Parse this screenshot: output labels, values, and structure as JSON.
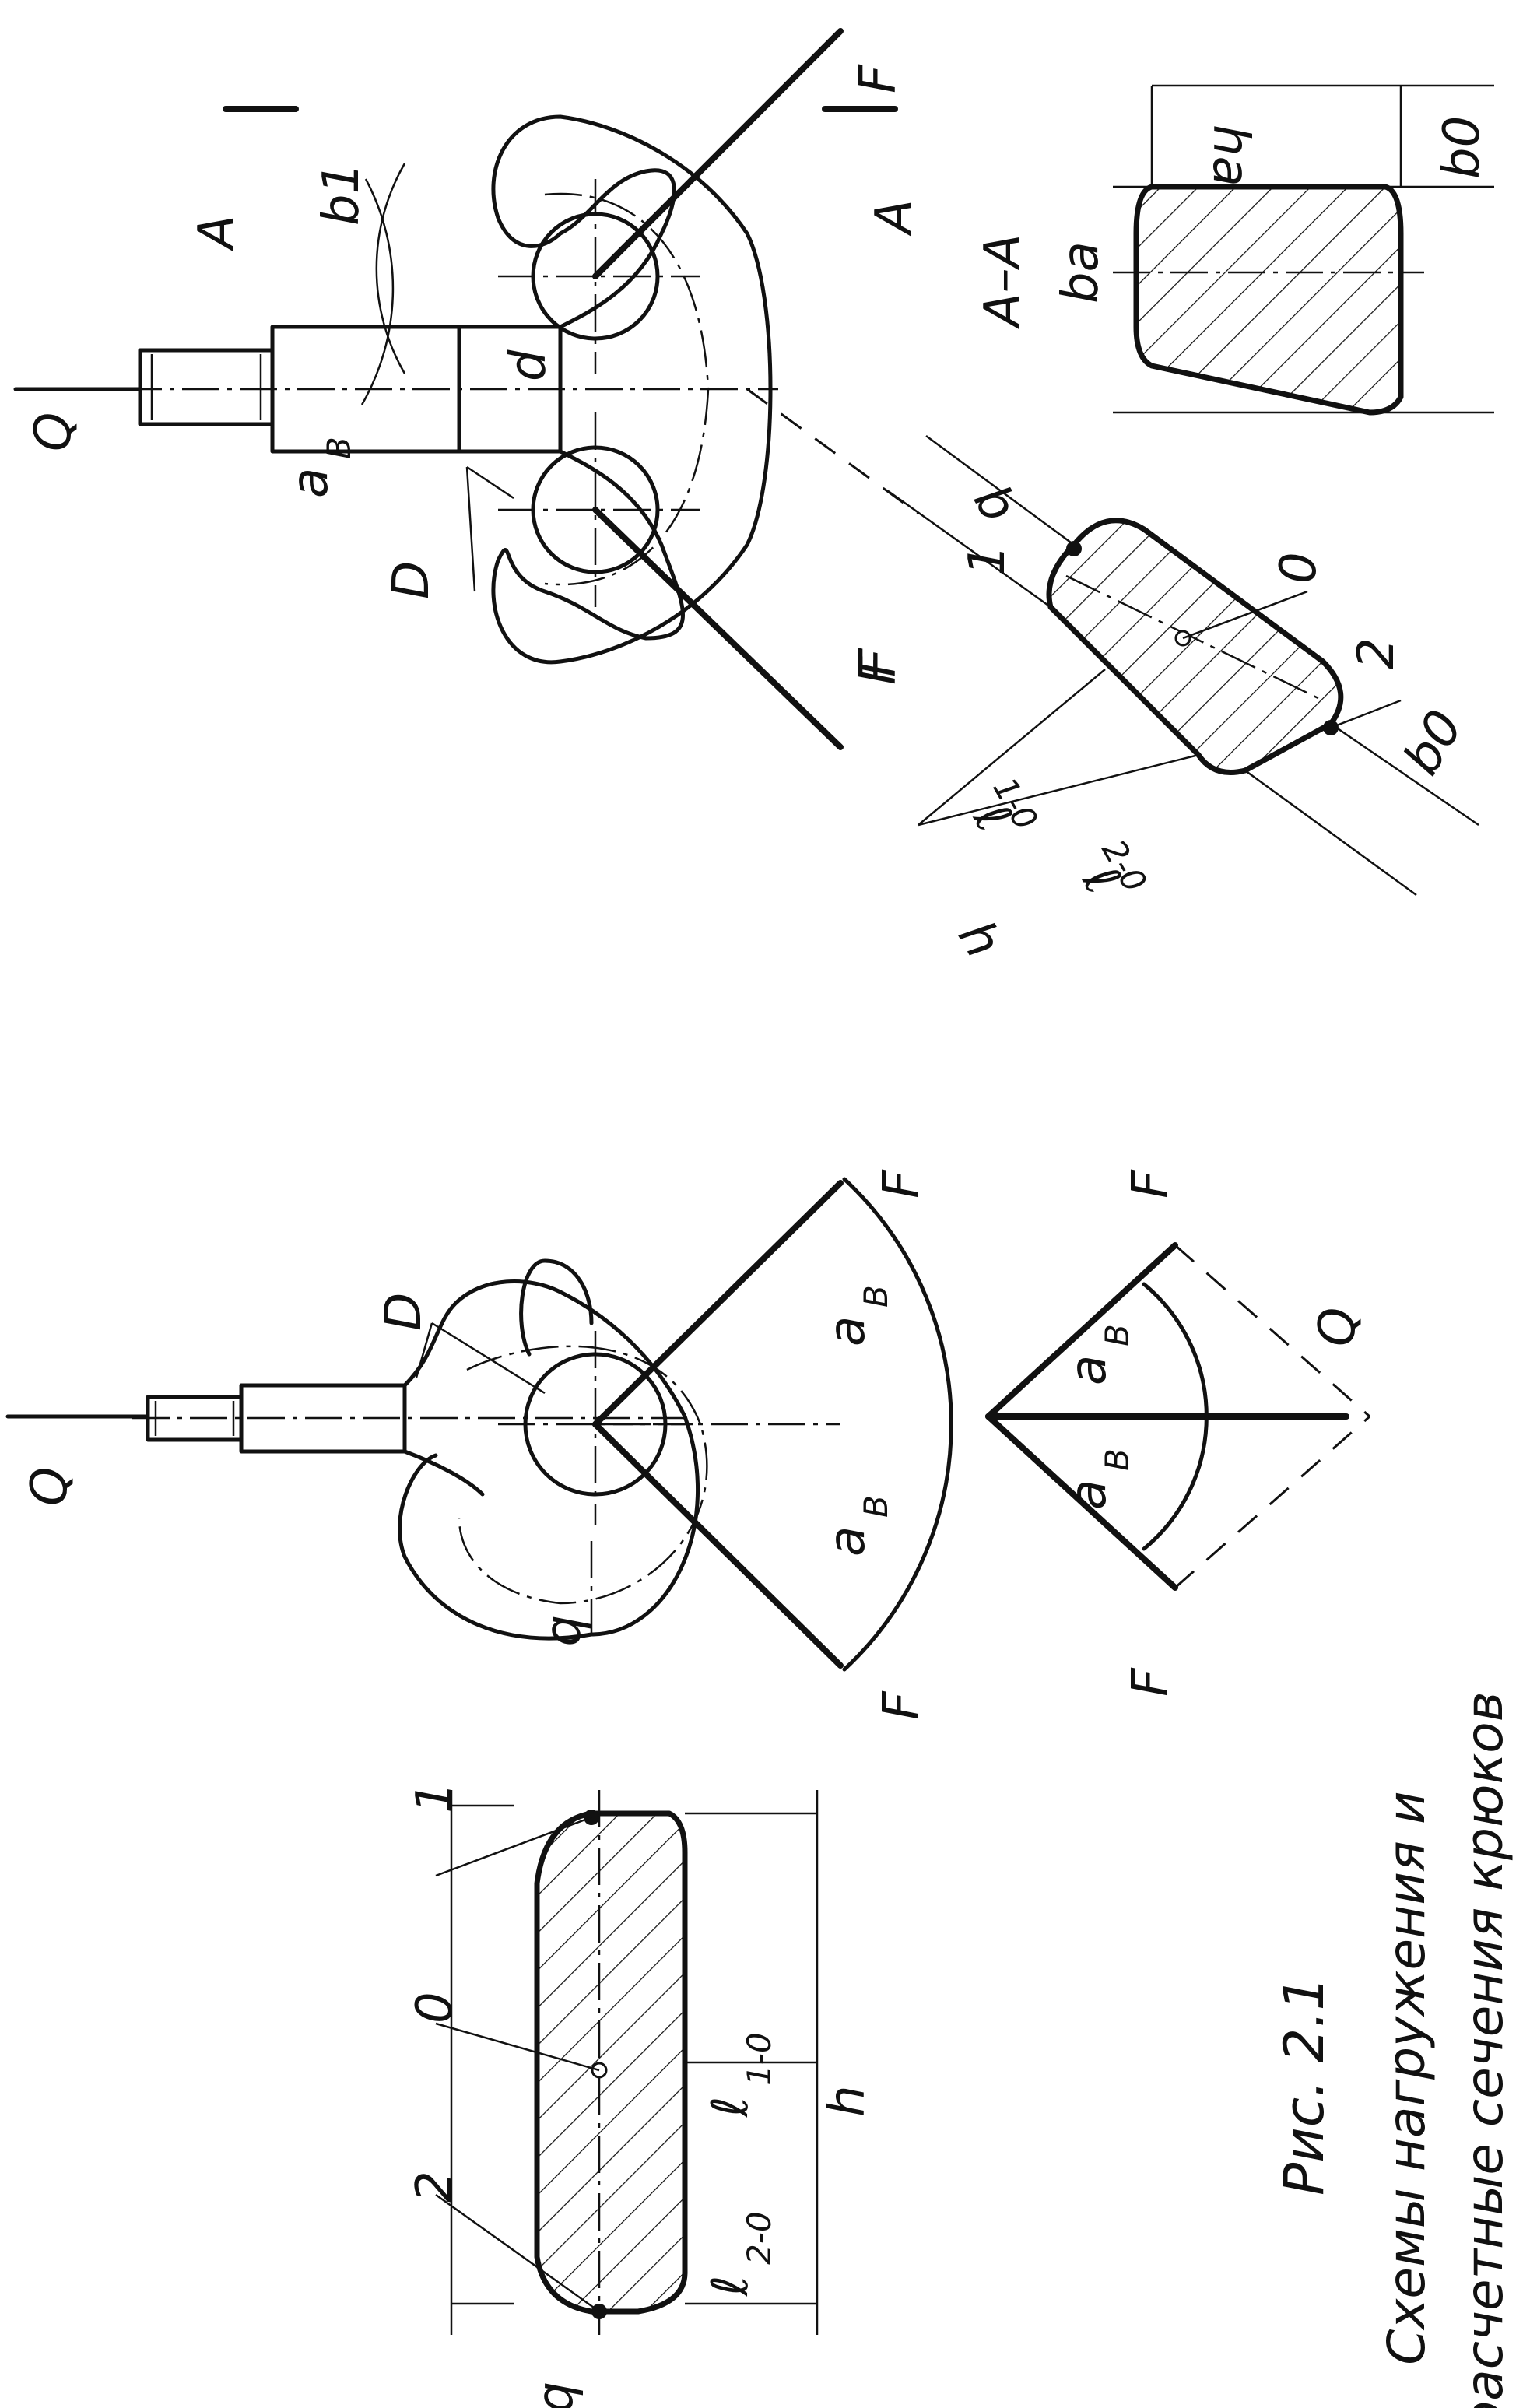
{
  "figure": {
    "number": "Рис. 2.1",
    "caption_line1": "Схемы нагружения и",
    "caption_line2": "расчетные сечения крюков"
  },
  "labels": {
    "load": "Q",
    "force": "F",
    "alpha": "a",
    "alpha_sub": "B",
    "inner_diameter": "D",
    "shank_diameter": "d",
    "section_a": "A",
    "section_aa": "A–A",
    "width_b": "b",
    "width_b0": "b0",
    "width_ba": "ba",
    "width_b1": "b1",
    "height_h": "h",
    "height_ha": "ha",
    "point_1": "1",
    "point_2": "2",
    "point_0": "0",
    "dist_l": "ℓ",
    "dist_sub_10": "1-0",
    "dist_sub_20": "2-0"
  }
}
